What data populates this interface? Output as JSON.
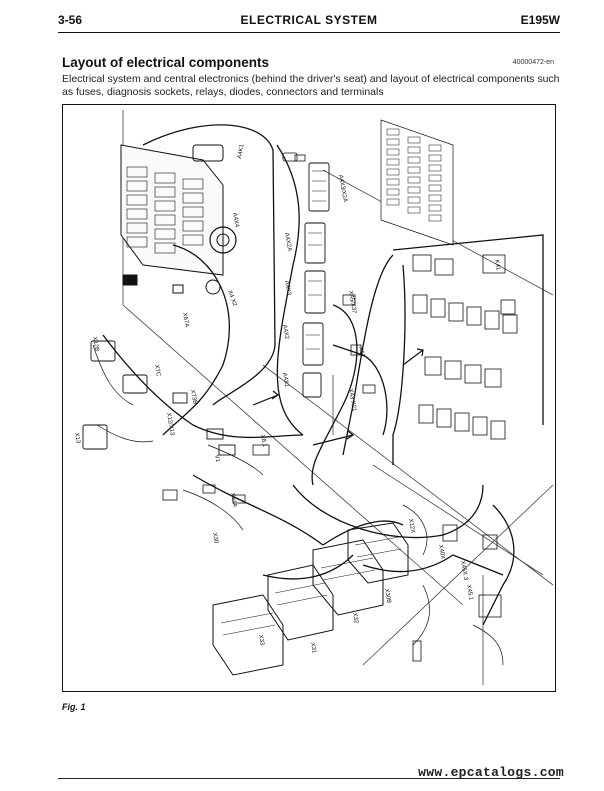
{
  "header": {
    "page_number": "3-56",
    "section": "ELECTRICAL SYSTEM",
    "model": "E195W"
  },
  "section_title": "Layout of electrical components",
  "doc_code": "40000472-en",
  "description": "Electrical system and central electronics (behind the driver's seat) and layout of electrical components such as fuses, diagnosis sockets, relays, diodes, connectors and terminals",
  "figure": {
    "caption": "Fig. 1",
    "callouts": {
      "a4k1": "A4K1",
      "a4x4": "A4X4",
      "x4x2": "X4 X2",
      "a4x3x2a": "A4X3/X2A",
      "a4x2a": "A4X2A",
      "a4x3": "A4X3",
      "a4x2": "A4X2",
      "a4x1": "A4X1",
      "x67a": "X67A",
      "x12b": "X12B",
      "x7c": "X7C",
      "x13": "X13",
      "x73b": "X73B",
      "x12_x13": "X12/X13",
      "v1": "V1",
      "x8_1": "X8.1",
      "x61a": "X61A",
      "x45_x37": "X45/X37",
      "x67": "X67",
      "x43_x21": "X43 X21",
      "k41": "K41",
      "x30": "X30",
      "x33": "X33",
      "x31": "X31",
      "x32": "X32",
      "x30b": "X30B",
      "x12x": "X12X",
      "x40x": "X40X",
      "x45_3": "X45X 3",
      "x45_1": "X45.1"
    }
  },
  "watermark": "www.epcatalogs.com"
}
